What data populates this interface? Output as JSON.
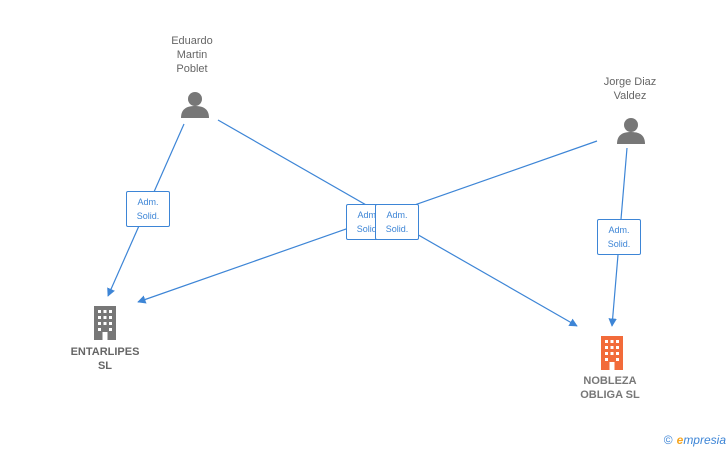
{
  "persons": [
    {
      "id": "eduardo",
      "name": "Eduardo\nMartin\nPoblet"
    },
    {
      "id": "jorge",
      "name": "Jorge Diaz\nValdez"
    }
  ],
  "companies": [
    {
      "id": "entarlipes",
      "name": "ENTARLIPES\nSL",
      "highlight": false
    },
    {
      "id": "nobleza",
      "name": "NOBLEZA\nOBLIGA  SL",
      "highlight": true
    }
  ],
  "relations": [
    {
      "from": "eduardo",
      "to": "entarlipes",
      "label": "Adm.\nSolid."
    },
    {
      "from": "jorge",
      "to": "entarlipes",
      "label": "Adm.\nSolid."
    },
    {
      "from": "eduardo",
      "to": "nobleza",
      "label": "Adm.\nSolid."
    },
    {
      "from": "jorge",
      "to": "nobleza",
      "label": "Adm.\nSolid."
    }
  ],
  "colors": {
    "edge": "#3d85d6",
    "person_icon": "#777777",
    "company_icon": "#777777",
    "company_highlight": "#f26b3a"
  },
  "footer": {
    "copyright_symbol": "©",
    "brand_initial": "e",
    "brand_rest": "mpresia"
  }
}
